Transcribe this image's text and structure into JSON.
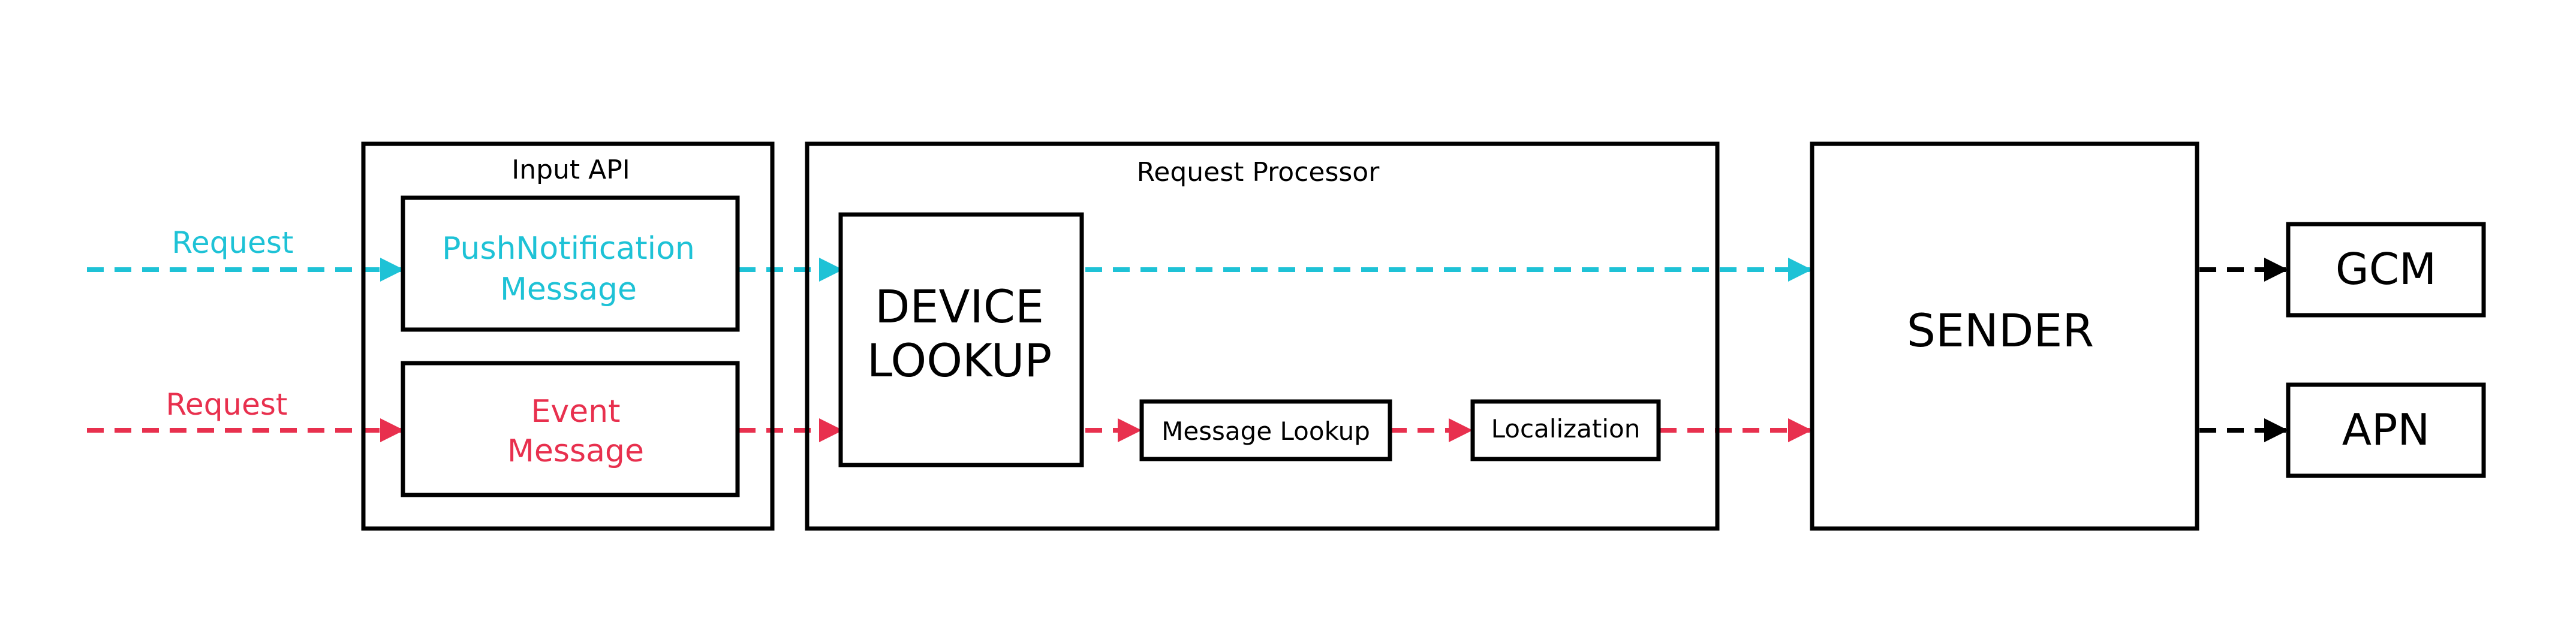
{
  "colors": {
    "cyan": "#1EC2D6",
    "red": "#E8304E",
    "black": "#000000",
    "background": "#FFFFFF"
  },
  "inputs": {
    "request_top": "Request",
    "request_bottom": "Request"
  },
  "input_api": {
    "title": "Input API",
    "push_notification_line1": "PushNotification",
    "push_notification_line2": "Message",
    "event_line1": "Event",
    "event_line2": "Message"
  },
  "request_processor": {
    "title": "Request Processor",
    "device_lookup_line1": "DEVICE",
    "device_lookup_line2": "LOOKUP",
    "message_lookup": "Message Lookup",
    "localization": "Localization"
  },
  "sender": {
    "label": "SENDER"
  },
  "outputs": {
    "gcm": "GCM",
    "apn": "APN"
  }
}
